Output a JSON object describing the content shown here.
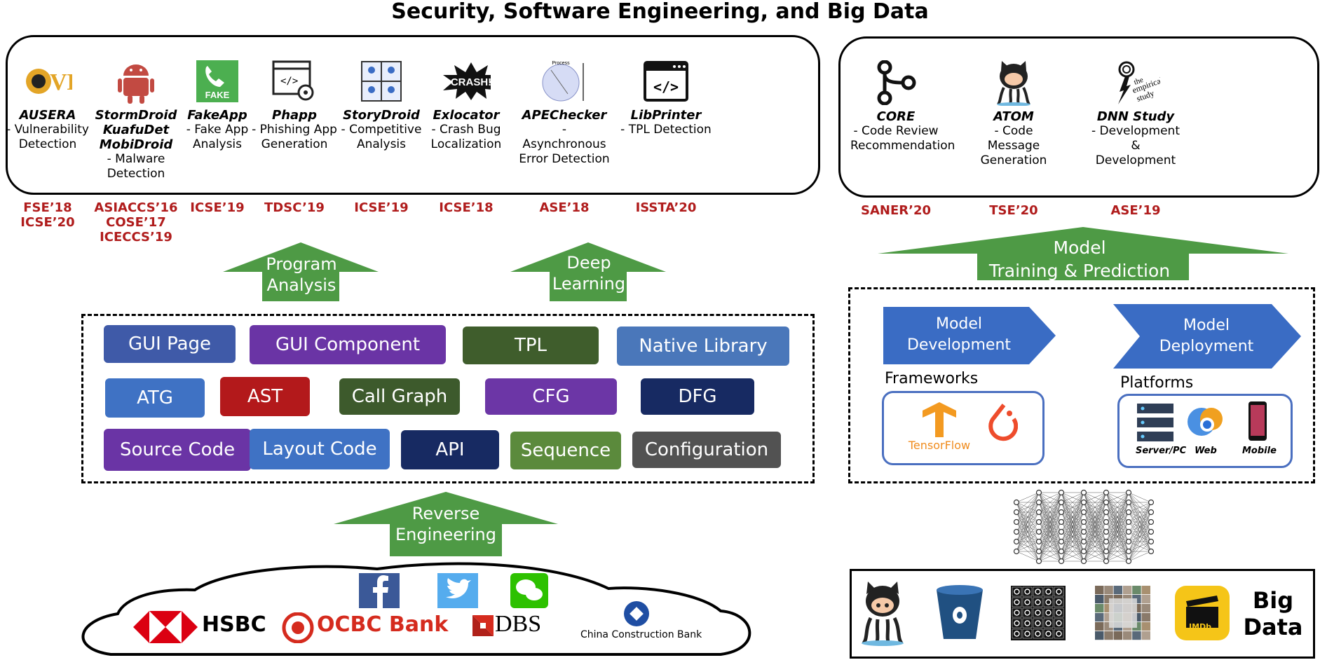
{
  "title": "Security, Software Engineering, and Big Data",
  "colors": {
    "green": "#4e9a45",
    "red": "#b01c1c",
    "blue_arrow": "#3a6cc4"
  },
  "tools_left": [
    {
      "name": "AUSERA",
      "desc": "- Vulnerability Detection",
      "venue": "FSE’18\nICSE’20",
      "icon": "cve-logo-icon"
    },
    {
      "name": "StormDroid\nKuafuDet\nMobiDroid",
      "desc": "- Malware Detection",
      "venue": "ASIACCS’16\nCOSE’17\nICECCS’19",
      "icon": "android-icon"
    },
    {
      "name": "FakeApp",
      "desc": "- Fake App Analysis",
      "venue": "ICSE’19",
      "icon": "fake-phone-icon"
    },
    {
      "name": "Phapp",
      "desc": "- Phishing App Generation",
      "venue": "TDSC’19",
      "icon": "code-gear-icon"
    },
    {
      "name": "StoryDroid",
      "desc": "- Competitive Analysis",
      "venue": "ICSE’19",
      "icon": "storyboard-icon"
    },
    {
      "name": "Exlocator",
      "desc": "- Crash Bug Localization",
      "venue": "ICSE’18",
      "icon": "crash-icon"
    },
    {
      "name": "APEChecker",
      "desc": "- Asynchronous Error Detection",
      "venue": "ASE’18",
      "icon": "process-diagram-icon"
    },
    {
      "name": "LibPrinter",
      "desc": "- TPL Detection",
      "venue": "ISSTA’20",
      "icon": "code-window-icon"
    }
  ],
  "tools_right": [
    {
      "name": "CORE",
      "desc": "- Code Review Recommendation",
      "venue": "SANER’20",
      "icon": "git-branch-icon"
    },
    {
      "name": "ATOM",
      "desc": "- Code Message Generation",
      "venue": "TSE’20",
      "icon": "octocat-icon"
    },
    {
      "name": "DNN Study",
      "desc": "- Development & Development",
      "venue": "ASE’19",
      "icon": "empirical-study-icon"
    }
  ],
  "arrows": {
    "program_analysis": "Program\nAnalysis",
    "deep_learning": "Deep\nLearning",
    "reverse_engineering": "Reverse\nEngineering",
    "model_training": "Model\nTraining & Prediction"
  },
  "features": [
    {
      "label": "GUI Page",
      "color": "#3f5aa8"
    },
    {
      "label": "GUI Component",
      "color": "#6a34a5"
    },
    {
      "label": "TPL",
      "color": "#3f5d2c"
    },
    {
      "label": "Native Library",
      "color": "#4a77ba"
    },
    {
      "label": "ATG",
      "color": "#3f72c4"
    },
    {
      "label": "AST",
      "color": "#b3191b"
    },
    {
      "label": "Call Graph",
      "color": "#3d5a2c"
    },
    {
      "label": "CFG",
      "color": "#6c36a6"
    },
    {
      "label": "DFG",
      "color": "#172a62"
    },
    {
      "label": "Source Code",
      "color": "#6a34a5"
    },
    {
      "label": "Layout Code",
      "color": "#3f72c4"
    },
    {
      "label": "API",
      "color": "#172a62"
    },
    {
      "label": "Sequence",
      "color": "#5b8a3c"
    },
    {
      "label": "Configuration",
      "color": "#525252"
    }
  ],
  "model": {
    "development": "Model\nDevelopment",
    "deployment": "Model\nDeployment",
    "frameworks_label": "Frameworks",
    "platforms_label": "Platforms",
    "tensorflow": "TensorFlow",
    "platforms": [
      "Server/PC",
      "Web",
      "Mobile"
    ]
  },
  "banks": [
    "HSBC",
    "OCBC Bank",
    "DBS",
    "China Construction Bank"
  ],
  "big_data": {
    "label": "Big\nData",
    "imdb": "IMDb"
  }
}
